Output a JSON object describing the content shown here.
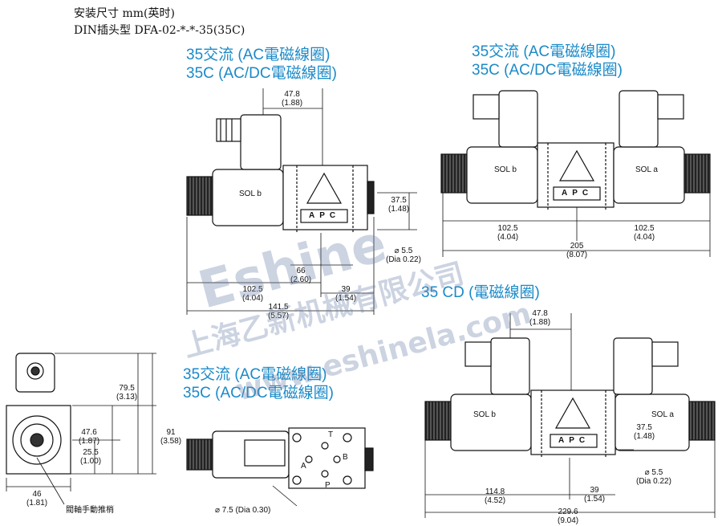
{
  "header": {
    "line1": "安装尺寸 mm(英时)",
    "line2": "DIN插头型 DFA-02-*-*-35(35C)"
  },
  "titles": {
    "single_ac": "35交流 (AC電磁線圈)",
    "single_acdc": "35C (AC/DC電磁線圈)",
    "double_ac": "35交流 (AC電磁線圈)",
    "double_acdc": "35C (AC/DC電磁線圈)",
    "cd": "35 CD (電磁線圈)",
    "bottom_ac": "35交流 (AC電磁線圈)",
    "bottom_acdc": "35C (AC/DC電磁線圈)"
  },
  "labels": {
    "sol_a": "SOL a",
    "sol_b": "SOL b",
    "brand": "APC",
    "port_t": "T",
    "port_a": "A",
    "port_b": "B",
    "port_p": "P",
    "manual_override": "閥軸手動推梢"
  },
  "watermark": {
    "brand": "Eshine",
    "company": "上海乙新机械有限公司",
    "url": "www.eshinela.com"
  },
  "dims": {
    "d47_8": "47.8",
    "d47_8_in": "(1.88)",
    "d37_5": "37.5",
    "d37_5_in": "(1.48)",
    "d5_5": "⌀ 5.5",
    "d5_5_in": "(Dia 0.22)",
    "d66": "66",
    "d66_in": "(2.60)",
    "d102_5": "102.5",
    "d102_5_in": "(4.04)",
    "d39": "39",
    "d39_in": "(1.54)",
    "d141_5": "141.5",
    "d141_5_in": "(5.57)",
    "d205": "205",
    "d205_in": "(8.07)",
    "d114_8": "114.8",
    "d114_8_in": "(4.52)",
    "d229_6": "229.6",
    "d229_6_in": "(9.04)",
    "d79_5": "79.5",
    "d79_5_in": "(3.13)",
    "d47_6": "47.6",
    "d47_6_in": "(1.87)",
    "d25_5": "25.5",
    "d25_5_in": "(1.00)",
    "d91": "91",
    "d91_in": "(3.58)",
    "d46": "46",
    "d46_in": "(1.81)",
    "d7_5": "⌀ 7.5 (Dia 0.30)"
  }
}
